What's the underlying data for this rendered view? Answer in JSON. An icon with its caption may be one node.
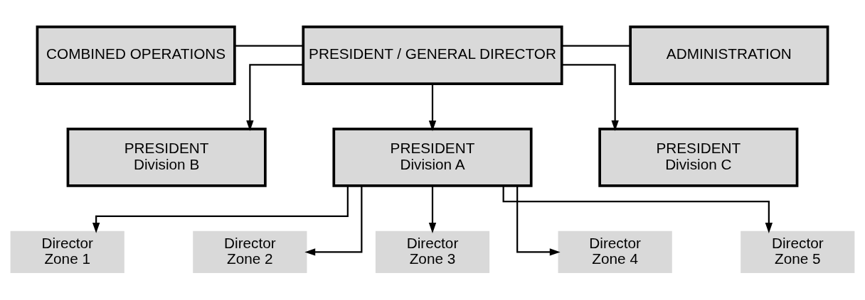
{
  "diagram": {
    "nodes": [
      {
        "text": [
          "COMBINED OPERATIONS"
        ]
      },
      {
        "text": [
          "PRESIDENT / GENERAL DIRECTOR"
        ]
      },
      {
        "text": [
          "ADMINISTRATION"
        ]
      },
      {
        "text": [
          "PRESIDENT",
          "Division B"
        ]
      },
      {
        "text": [
          "PRESIDENT",
          "Division A"
        ]
      },
      {
        "text": [
          "PRESIDENT",
          "Division C"
        ]
      },
      {
        "text": [
          "Director",
          "Zone 1"
        ]
      },
      {
        "text": [
          "Director",
          "Zone 2"
        ]
      },
      {
        "text": [
          "Director",
          "Zone 3"
        ]
      },
      {
        "text": [
          "Director",
          "Zone 4"
        ]
      },
      {
        "text": [
          "Director",
          "Zone 5"
        ]
      }
    ],
    "edges": [
      {
        "from": 0,
        "to": 1,
        "arrow": "none"
      },
      {
        "from": 1,
        "to": 2,
        "arrow": "none"
      },
      {
        "from": 1,
        "to": 3,
        "arrow": "to"
      },
      {
        "from": 1,
        "to": 4,
        "arrow": "to"
      },
      {
        "from": 1,
        "to": 5,
        "arrow": "to"
      },
      {
        "from": 4,
        "to": 6,
        "arrow": "to"
      },
      {
        "from": 4,
        "to": 7,
        "arrow": "to"
      },
      {
        "from": 4,
        "to": 8,
        "arrow": "to"
      },
      {
        "from": 4,
        "to": 9,
        "arrow": "to"
      },
      {
        "from": 4,
        "to": 10,
        "arrow": "to"
      }
    ]
  }
}
